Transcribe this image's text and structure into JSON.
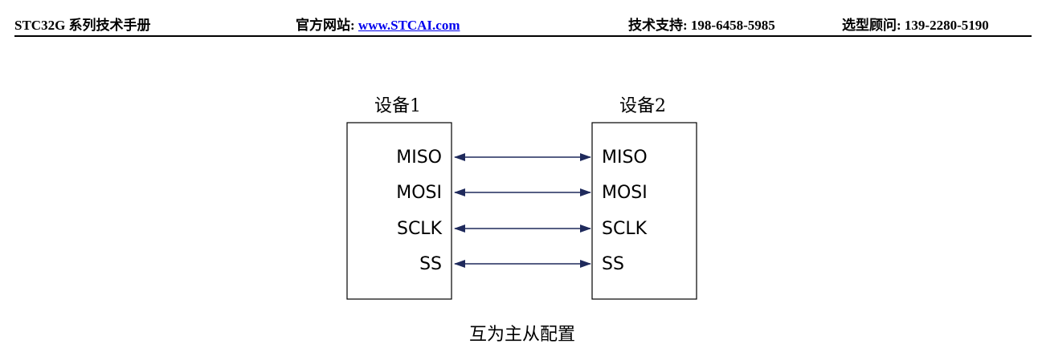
{
  "header": {
    "title": "STC32G 系列技术手册",
    "site_label": "官方网站: ",
    "site_link": "www.STCAI.com",
    "support": "技术支持: 198-6458-5985",
    "consult": "选型顾问: 139-2280-5190"
  },
  "diagram": {
    "device1_label": "设备1",
    "device2_label": "设备2",
    "signals": [
      {
        "left": "MISO",
        "right": "MISO"
      },
      {
        "left": "MOSI",
        "right": "MOSI"
      },
      {
        "left": "SCLK",
        "right": "SCLK"
      },
      {
        "left": "SS",
        "right": "SS"
      }
    ],
    "caption": "互为主从配置",
    "colors": {
      "arrow": "#1f2a5c",
      "box": "#000000"
    }
  }
}
